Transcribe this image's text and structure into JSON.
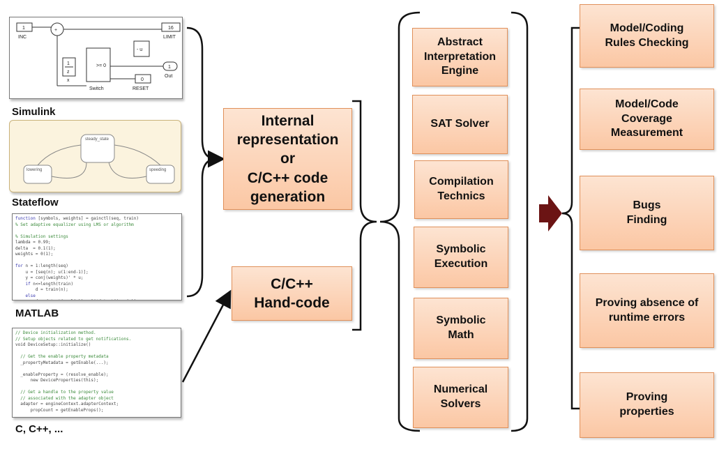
{
  "sources": [
    {
      "label": "Simulink"
    },
    {
      "label": "Stateflow"
    },
    {
      "label": "MATLAB"
    },
    {
      "label": "C, C++, ..."
    }
  ],
  "simulink": {
    "inc_value": "1",
    "inc_label": "INC",
    "limit_value": "16",
    "limit_label": "LIMIT",
    "delay_top": "1",
    "delay_bottom": "z",
    "x_label": "x",
    "switch_label": "Switch",
    "switch_cond": ">= 0",
    "out_value": "1",
    "out_label": "Out",
    "reset_value": "0",
    "reset_label": "RESET",
    "sum_sign": "+",
    "cmp_label": "- u"
  },
  "stateflow": {
    "state_main": "steady_state",
    "state_left": "lowering",
    "state_right": "speeding"
  },
  "middle": [
    {
      "text": "Internal\nrepresentation\nor\nC/C++ code\ngeneration"
    },
    {
      "text": "C/C++\nHand-code"
    }
  ],
  "tools": [
    {
      "text": "Abstract\nInterpretation\nEngine"
    },
    {
      "text": "SAT Solver"
    },
    {
      "text": "Compilation\nTechnics"
    },
    {
      "text": "Symbolic\nExecution"
    },
    {
      "text": "Symbolic\nMath"
    },
    {
      "text": "Numerical\nSolvers"
    }
  ],
  "outputs": [
    {
      "text": "Model/Coding\nRules Checking"
    },
    {
      "text": "Model/Code\nCoverage\nMeasurement"
    },
    {
      "text": "Bugs\nFinding"
    },
    {
      "text": "Proving absence of\nruntime errors"
    },
    {
      "text": "Proving\nproperties"
    }
  ],
  "colors": {
    "box_fill": "#fbc7a4",
    "box_border": "#e0905a",
    "arrow": "#6b1414"
  }
}
